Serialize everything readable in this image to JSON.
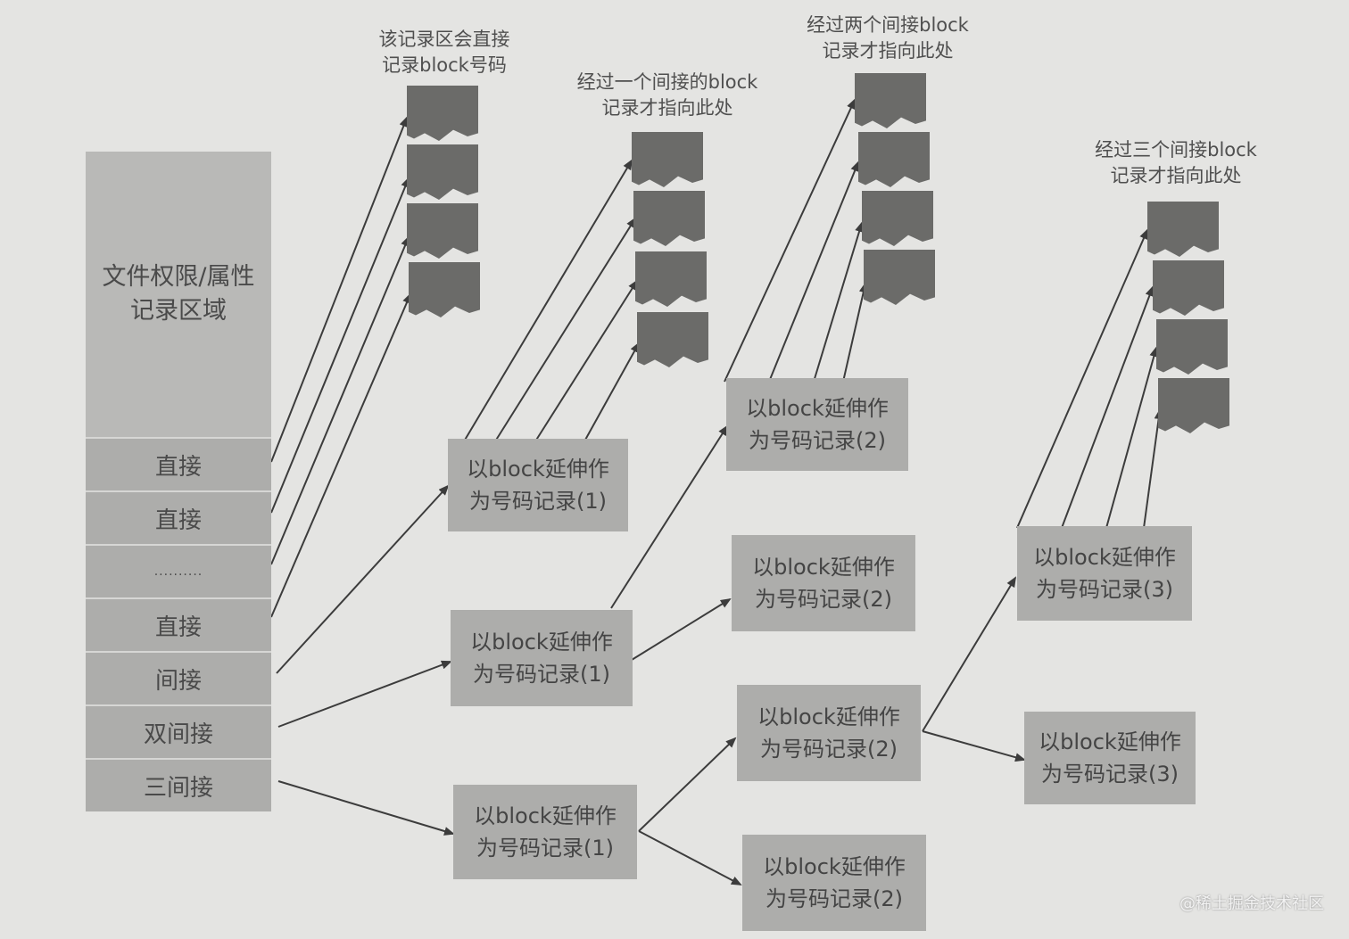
{
  "inode": {
    "attr_line1": "文件权限/属性",
    "attr_line2": "记录区域",
    "rows": [
      "直接",
      "直接",
      "..........",
      "直接",
      "间接",
      "双间接",
      "三间接"
    ]
  },
  "captions": {
    "direct": [
      "该记录区会直接",
      "记录block号码"
    ],
    "single": [
      "经过一个间接的block",
      "记录才指向此处"
    ],
    "double": [
      "经过两个间接block",
      "记录才指向此处"
    ],
    "triple": [
      "经过三个间接block",
      "记录才指向此处"
    ]
  },
  "records": {
    "level1": [
      "以block延伸作",
      "为号码记录(1)"
    ],
    "level2": [
      "以block延伸作",
      "为号码记录(2)"
    ],
    "level3": [
      "以block延伸作",
      "为号码记录(3)"
    ]
  },
  "watermark": "@稀土掘金技术社区",
  "colors": {
    "background": "#e4e4e2",
    "block": "#6b6b69",
    "box": "#adadab",
    "arrow": "#3c3c3c"
  }
}
